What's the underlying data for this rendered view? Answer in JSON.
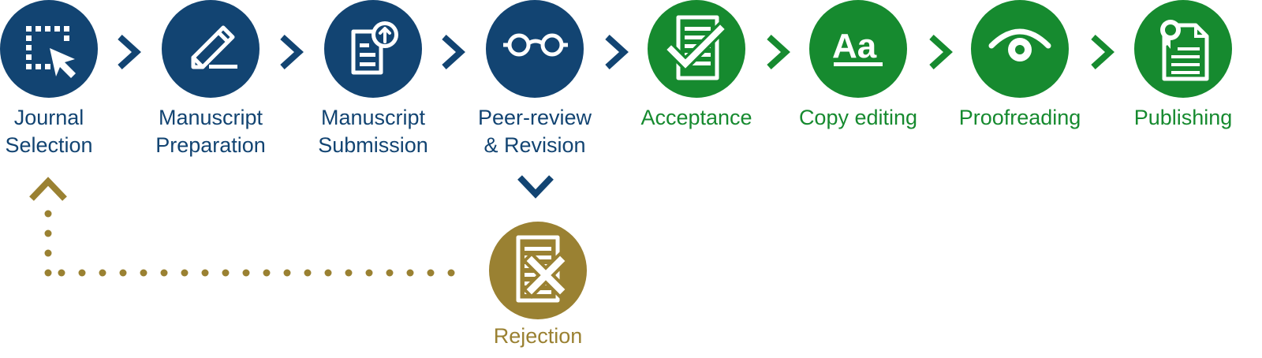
{
  "steps": [
    {
      "label": "Journal\nSelection",
      "color": "blue",
      "icon": "selection-cursor-icon"
    },
    {
      "label": "Manuscript\nPreparation",
      "color": "blue",
      "icon": "pencil-icon"
    },
    {
      "label": "Manuscript\nSubmission",
      "color": "blue",
      "icon": "document-upload-icon"
    },
    {
      "label": "Peer-review\n& Revision",
      "color": "blue",
      "icon": "glasses-icon"
    },
    {
      "label": "Acceptance",
      "color": "green",
      "icon": "document-check-icon"
    },
    {
      "label": "Copy editing",
      "color": "green",
      "icon": "text-aa-icon"
    },
    {
      "label": "Proofreading",
      "color": "green",
      "icon": "eye-icon"
    },
    {
      "label": "Publishing",
      "color": "green",
      "icon": "certificate-document-icon"
    }
  ],
  "rejection": {
    "label": "Rejection",
    "icon": "document-cross-icon"
  },
  "colors": {
    "blue": "#124472",
    "green": "#168a2f",
    "gold": "#9a8132"
  }
}
